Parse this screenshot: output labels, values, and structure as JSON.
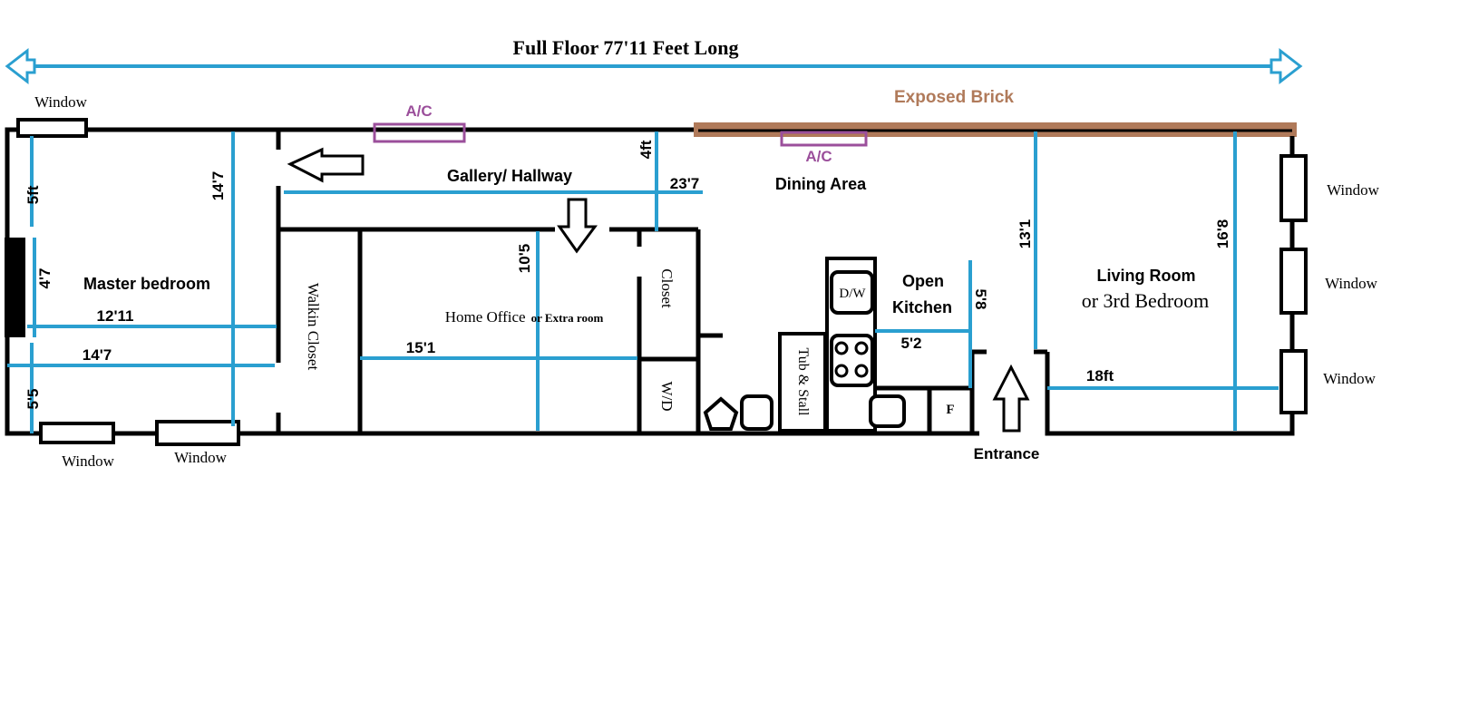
{
  "title": "Full Floor 77'11 Feet Long",
  "colors": {
    "dimension": "#2a9fd0",
    "ac": "#9b4f9b",
    "brick": "#b07a5a",
    "wall": "#000000"
  },
  "features": {
    "exposed_brick": "Exposed Brick",
    "ac": "A/C",
    "window": "Window",
    "entrance": "Entrance"
  },
  "rooms": {
    "master_bedroom": "Master bedroom",
    "walkin_closet": "Walkin Closet",
    "gallery": "Gallery/ Hallway",
    "home_office": "Home Office",
    "home_office_alt": "or Extra room",
    "closet": "Closet",
    "wd": "W/D",
    "tub": "Tub & Stall",
    "dw": "D/W",
    "fridge": "F",
    "dining": "Dining Area",
    "kitchen_1": "Open",
    "kitchen_2": "Kitchen",
    "living_1": "Living Room",
    "living_2": "or 3rd Bedroom"
  },
  "dimensions": {
    "bed_5ft": "5ft",
    "bed_height": "14'7",
    "bed_4_7": "4'7",
    "bed_12_11": "12'11",
    "bed_width": "14'7",
    "bed_5_5": "5'5",
    "hall_4ft": "4ft",
    "hall_len": "23'7",
    "office_h": "10'5",
    "office_w": "15'1",
    "kitchen_h": "5'8",
    "kitchen_w": "5'2",
    "living_13_1": "13'1",
    "living_16_8": "16'8",
    "living_w": "18ft"
  }
}
